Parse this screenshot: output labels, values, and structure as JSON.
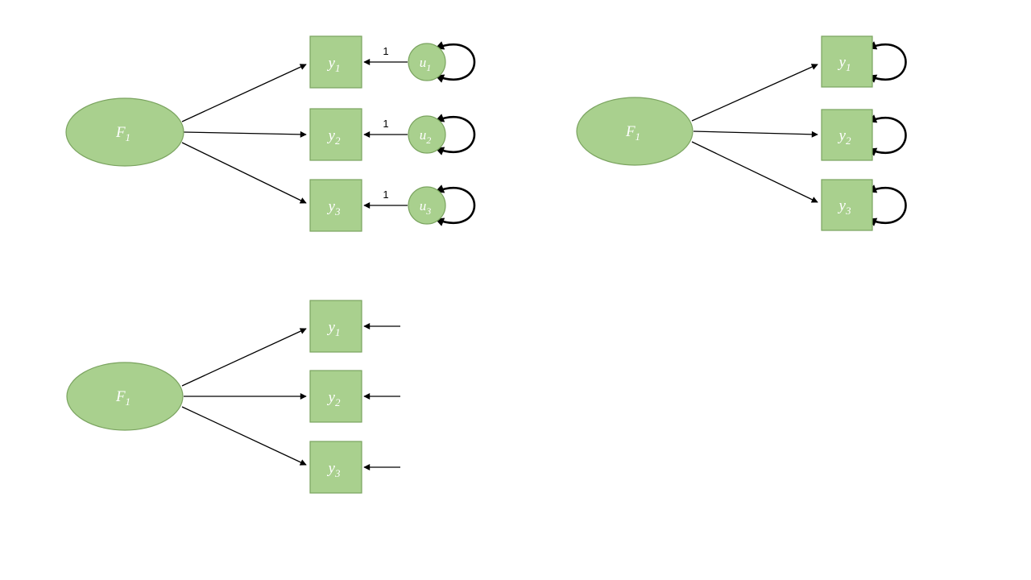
{
  "colors": {
    "canvas_bg": "#FFFFFF",
    "shape_fill": "#A9D08E",
    "shape_stroke": "#7AA35F",
    "arrow_color": "#000000",
    "node_text": "#FFFFFF",
    "weight_text": "#000000"
  },
  "diagrams": {
    "model_a": {
      "factor": {
        "base": "F",
        "sub": "1"
      },
      "indicators": [
        {
          "base": "y",
          "sub": "1"
        },
        {
          "base": "y",
          "sub": "2"
        },
        {
          "base": "y",
          "sub": "3"
        }
      ],
      "errors": [
        {
          "base": "u",
          "sub": "1"
        },
        {
          "base": "u",
          "sub": "2"
        },
        {
          "base": "u",
          "sub": "3"
        }
      ],
      "error_loadings": [
        "1",
        "1",
        "1"
      ]
    },
    "model_b": {
      "factor": {
        "base": "F",
        "sub": "1"
      },
      "indicators": [
        {
          "base": "y",
          "sub": "1"
        },
        {
          "base": "y",
          "sub": "2"
        },
        {
          "base": "y",
          "sub": "3"
        }
      ]
    },
    "model_c": {
      "factor": {
        "base": "F",
        "sub": "1"
      },
      "indicators": [
        {
          "base": "y",
          "sub": "1"
        },
        {
          "base": "y",
          "sub": "2"
        },
        {
          "base": "y",
          "sub": "3"
        }
      ]
    }
  }
}
